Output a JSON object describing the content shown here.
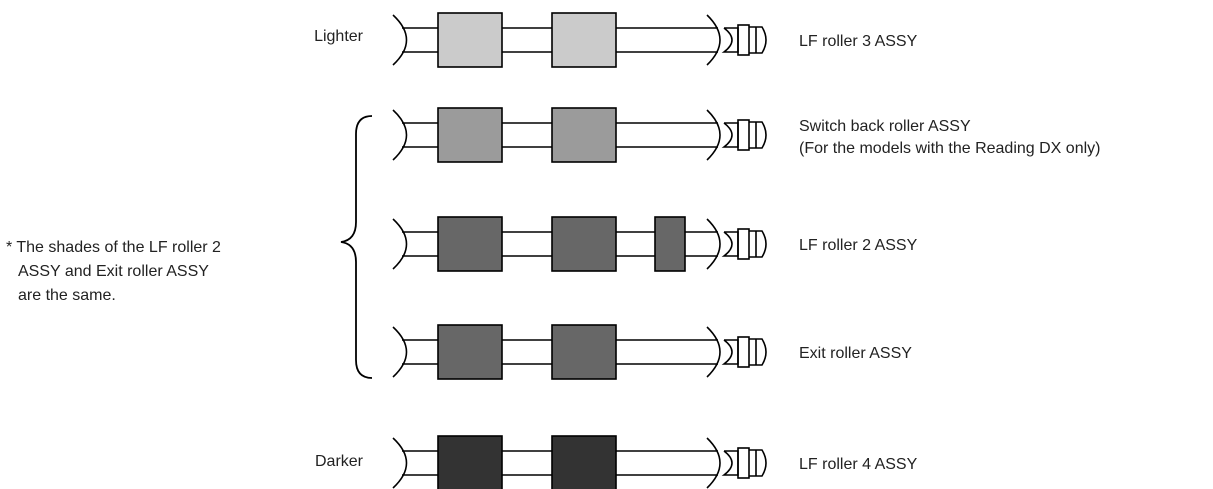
{
  "note": {
    "lines": [
      "* The shades of the LF roller 2",
      "ASSY and Exit roller ASSY",
      "are the same."
    ]
  },
  "shade_scale": {
    "lighter": "Lighter",
    "darker": "Darker"
  },
  "rollers": [
    {
      "label": "LF roller 3 ASSY",
      "label2": "",
      "color": "#cbcbcb",
      "extra_block": false
    },
    {
      "label": "Switch back roller ASSY",
      "label2": "(For the models with the Reading DX only)",
      "color": "#9b9b9b",
      "extra_block": false
    },
    {
      "label": "LF roller 2 ASSY",
      "label2": "",
      "color": "#676767",
      "extra_block": true
    },
    {
      "label": "Exit roller ASSY",
      "label2": "",
      "color": "#676767",
      "extra_block": false
    },
    {
      "label": "LF roller 4 ASSY",
      "label2": "",
      "color": "#333333",
      "extra_block": false
    }
  ]
}
